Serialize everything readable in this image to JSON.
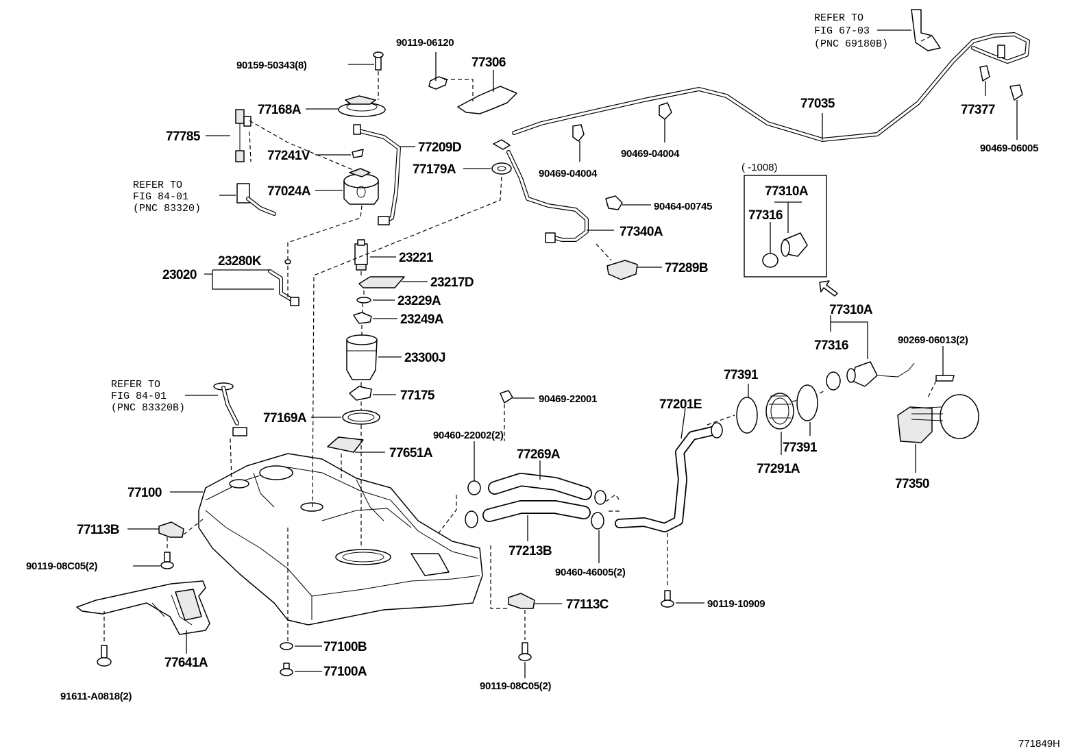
{
  "diagram": {
    "figure_code": "771849H",
    "refers": {
      "fig_67_03": {
        "l1": "REFER TO",
        "l2": "FIG 67-03",
        "l3": "(PNC 69180B)"
      },
      "fig_84_01_a": {
        "l1": "REFER TO",
        "l2": "FIG 84-01",
        "l3": "(PNC 83320)"
      },
      "fig_84_01_b": {
        "l1": "REFER TO",
        "l2": "FIG 84-01",
        "l3": "(PNC 83320B)"
      }
    },
    "inset": {
      "range": "(   -1008)",
      "cap": "77310A",
      "gasket": "77316"
    },
    "parts": {
      "p90159": "90159-50343(8)",
      "p90119_06120": "90119-06120",
      "p77306": "77306",
      "p77168A": "77168A",
      "p77785": "77785",
      "p77241V": "77241V",
      "p77209D": "77209D",
      "p77179A": "77179A",
      "p77024A": "77024A",
      "p23020": "23020",
      "p23280K": "23280K",
      "p23221": "23221",
      "p23217D": "23217D",
      "p23229A": "23229A",
      "p23249A": "23249A",
      "p23300J": "23300J",
      "p77175": "77175",
      "p77169A": "77169A",
      "p77651A": "77651A",
      "p77100": "77100",
      "p77113B": "77113B",
      "p90119_08C05_a": "90119-08C05(2)",
      "p77641A": "77641A",
      "p91611": "91611-A0818(2)",
      "p77100B": "77100B",
      "p77100A": "77100A",
      "p90119_08C05_b": "90119-08C05(2)",
      "p77113C": "77113C",
      "p90460_22002": "90460-22002(2)",
      "p90469_22001": "90469-22001",
      "p77269A": "77269A",
      "p77213B": "77213B",
      "p90460_46005": "90460-46005(2)",
      "p77201E": "77201E",
      "p90119_10909": "90119-10909",
      "p77035": "77035",
      "p77377": "77377",
      "p90469_06005": "90469-06005",
      "p90469_04004_a": "90469-04004",
      "p90469_04004_b": "90469-04004",
      "p90464_00745": "90464-00745",
      "p77340A": "77340A",
      "p77289B": "77289B",
      "p77310A": "77310A",
      "p77316": "77316",
      "p90269": "90269-06013(2)",
      "p77391_a": "77391",
      "p77391_b": "77391",
      "p77291A": "77291A",
      "p77350": "77350"
    }
  }
}
